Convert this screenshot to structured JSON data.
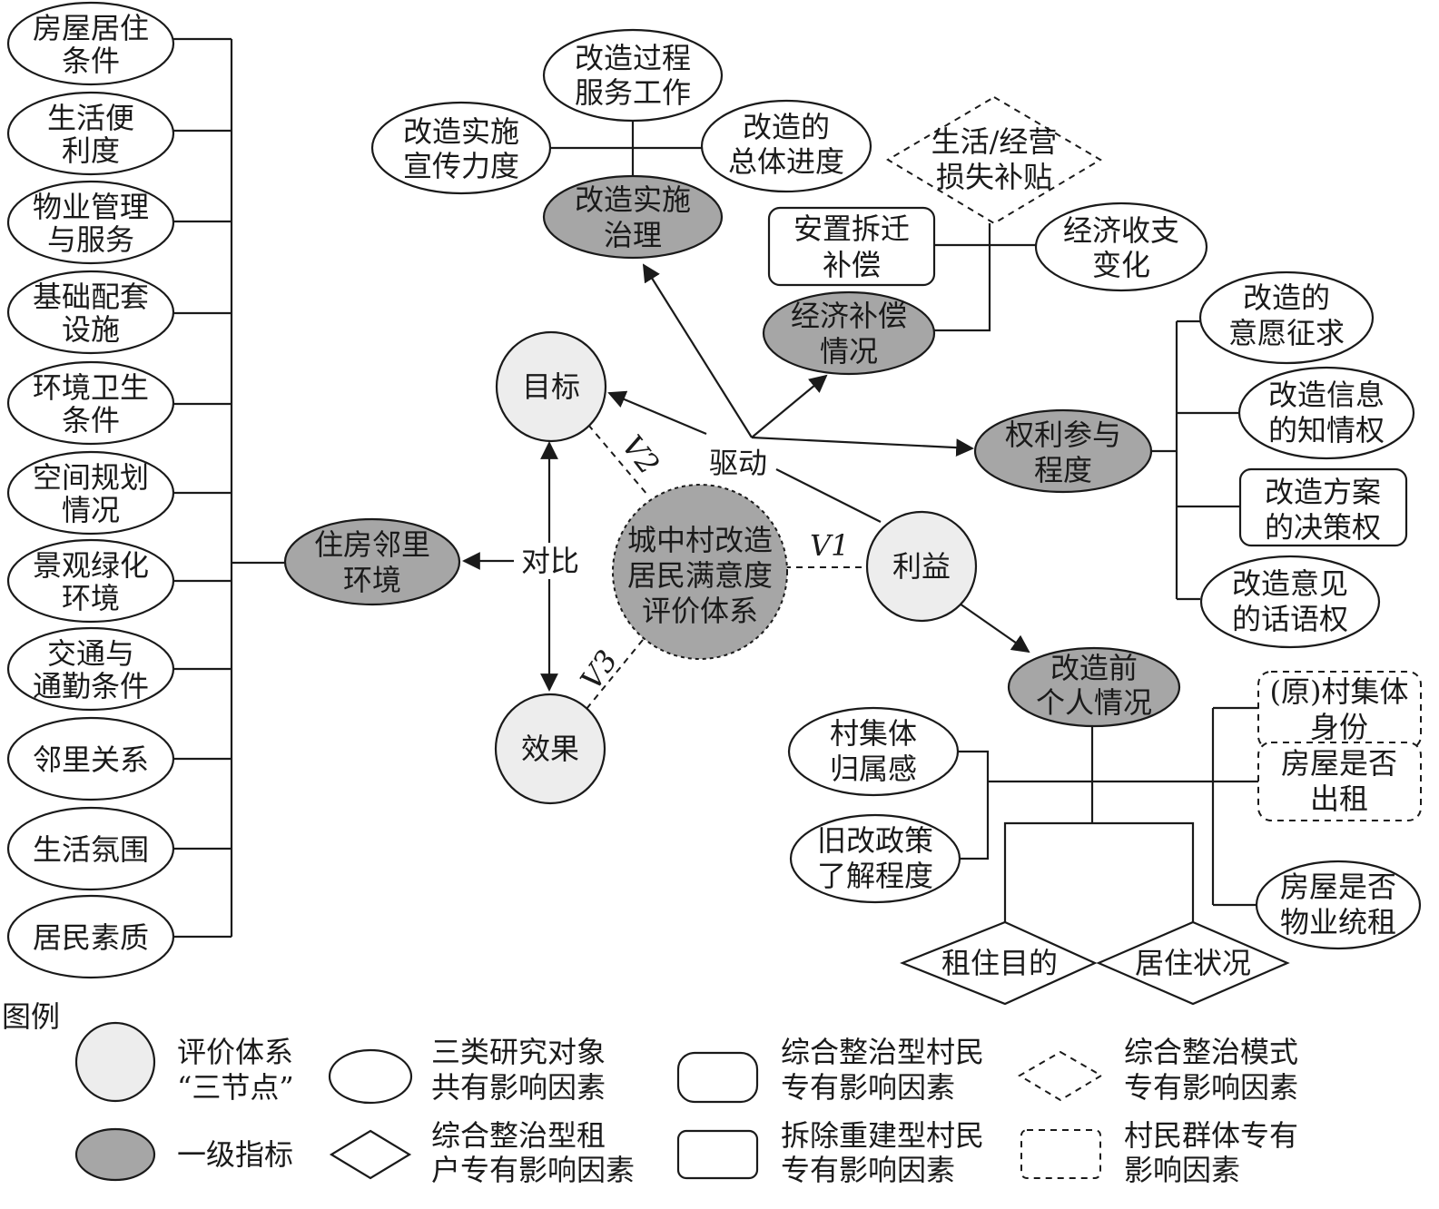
{
  "center": {
    "line1": "城中村改造",
    "line2": "居民满意度",
    "line3": "评价体系"
  },
  "nodes": {
    "goal": "目标",
    "benefit": "利益",
    "effect": "效果"
  },
  "edge_labels": {
    "drive": "驱动",
    "contrast": "对比",
    "v1": "V1",
    "v2": "V2",
    "v3": "V3"
  },
  "level1": {
    "housing": {
      "line1": "住房邻里",
      "line2": "环境"
    },
    "governance": {
      "line1": "改造实施",
      "line2": "治理"
    },
    "compensation": {
      "line1": "经济补偿",
      "line2": "情况"
    },
    "rights": {
      "line1": "权利参与",
      "line2": "程度"
    },
    "personal": {
      "line1": "改造前",
      "line2": "个人情况"
    }
  },
  "housing_factors": [
    {
      "line1": "房屋居住",
      "line2": "条件"
    },
    {
      "line1": "生活便",
      "line2": "利度"
    },
    {
      "line1": "物业管理",
      "line2": "与服务"
    },
    {
      "line1": "基础配套",
      "line2": "设施"
    },
    {
      "line1": "环境卫生",
      "line2": "条件"
    },
    {
      "line1": "空间规划",
      "line2": "情况"
    },
    {
      "line1": "景观绿化",
      "line2": "环境"
    },
    {
      "line1": "交通与",
      "line2": "通勤条件"
    },
    {
      "line1": "邻里关系",
      "line2": ""
    },
    {
      "line1": "生活氛围",
      "line2": ""
    },
    {
      "line1": "居民素质",
      "line2": ""
    }
  ],
  "governance_factors": {
    "publicity": {
      "line1": "改造实施",
      "line2": "宣传力度"
    },
    "service": {
      "line1": "改造过程",
      "line2": "服务工作"
    },
    "progress": {
      "line1": "改造的",
      "line2": "总体进度"
    }
  },
  "compensation_factors": {
    "relocation": {
      "line1": "安置拆迁",
      "line2": "补偿"
    },
    "loss": {
      "line1": "生活/经营",
      "line2": "损失补贴"
    },
    "income": {
      "line1": "经济收支",
      "line2": "变化"
    }
  },
  "rights_factors": {
    "will": {
      "line1": "改造的",
      "line2": "意愿征求"
    },
    "info": {
      "line1": "改造信息",
      "line2": "的知情权"
    },
    "decision": {
      "line1": "改造方案",
      "line2": "的决策权"
    },
    "voice": {
      "line1": "改造意见",
      "line2": "的话语权"
    }
  },
  "personal_factors": {
    "belonging": {
      "line1": "村集体",
      "line2": "归属感"
    },
    "policy": {
      "line1": "旧改政策",
      "line2": "了解程度"
    },
    "identity": {
      "line1": "(原)村集体",
      "line2": "身份"
    },
    "rent_out": {
      "line1": "房屋是否",
      "line2": "出租"
    },
    "unified": {
      "line1": "房屋是否",
      "line2": "物业统租"
    },
    "purpose": "租住目的",
    "living": "居住状况"
  },
  "legend": {
    "title": "图例",
    "items": [
      {
        "line1": "评价体系",
        "line2": "“三节点”"
      },
      {
        "line1": "三类研究对象",
        "line2": "共有影响因素"
      },
      {
        "line1": "综合整治型村民",
        "line2": "专有影响因素"
      },
      {
        "line1": "综合整治模式",
        "line2": "专有影响因素"
      },
      {
        "line1": "一级指标",
        "line2": ""
      },
      {
        "line1": "综合整治型租",
        "line2": "户专有影响因素"
      },
      {
        "line1": "拆除重建型村民",
        "line2": "专有影响因素"
      },
      {
        "line1": "村民群体专有",
        "line2": "影响因素"
      }
    ]
  }
}
